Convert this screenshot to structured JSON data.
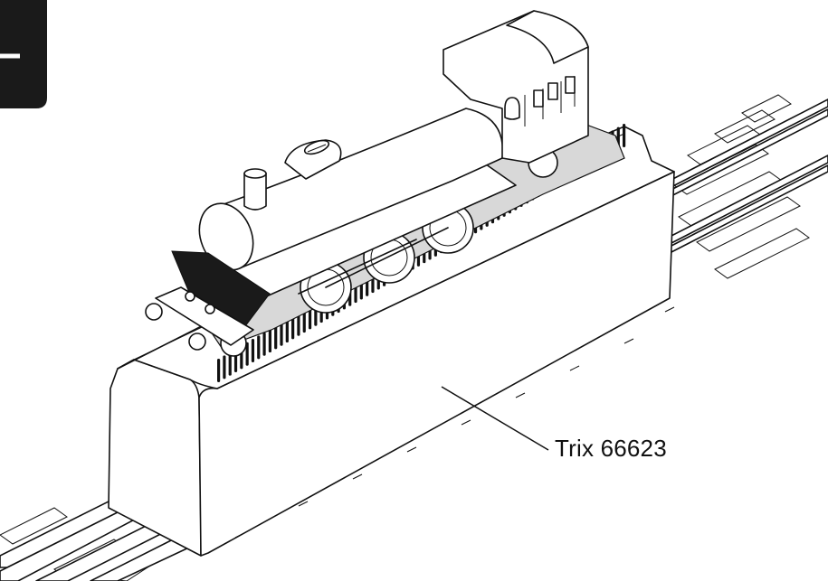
{
  "diagram": {
    "callout_label": "Trix 66623",
    "section_tab": {
      "color": "#1a1a1a"
    },
    "icons": [
      "locomotive-illustration",
      "roller-test-stand-illustration",
      "rail-track-illustration"
    ]
  }
}
